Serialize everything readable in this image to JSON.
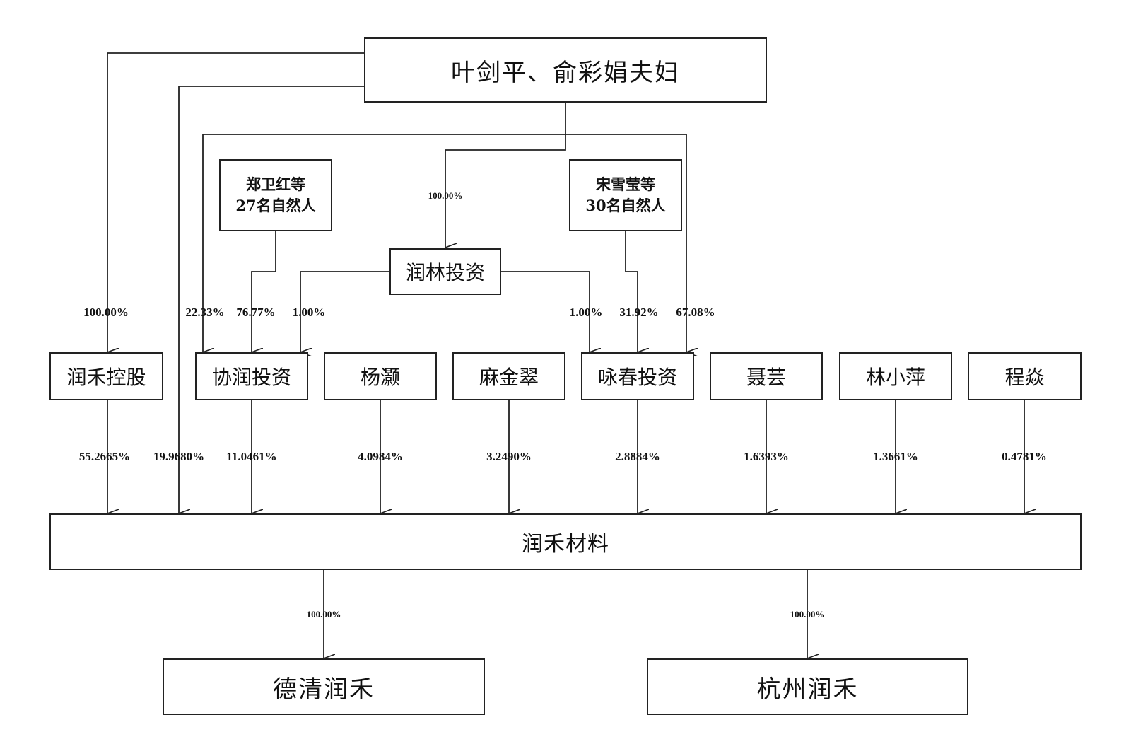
{
  "entities": {
    "founders": "叶剑平、俞彩娟夫妇",
    "zheng": [
      "郑卫红等",
      "27名自然人"
    ],
    "song": [
      "宋雪莹等",
      "30名自然人"
    ],
    "runlin": "润林投资",
    "runhe_holding": "润禾控股",
    "xierun": "协润投资",
    "yang": "杨灏",
    "ma": "麻金翠",
    "yongchun": "咏春投资",
    "nie": "聂芸",
    "lin": "林小萍",
    "cheng": "程焱",
    "runhe_material": "润禾材料",
    "deqing": "德清润禾",
    "hangzhou": "杭州润禾"
  },
  "percentages": {
    "founders_to_runlin": "100.00%",
    "founders_to_holding": "100.00%",
    "founders_to_xierun": "22.33%",
    "zheng_to_xierun": "76.77%",
    "runlin_to_xierun": "1.00%",
    "runlin_to_yongchun": "1.00%",
    "song_to_yongchun": "31.92%",
    "founders_to_yongchun": "67.08%",
    "holding_to_material": "55.2665%",
    "founders_to_material": "19.9680%",
    "xierun_to_material": "11.0461%",
    "yang_to_material": "4.0984%",
    "ma_to_material": "3.2490%",
    "yongchun_to_material": "2.8884%",
    "nie_to_material": "1.6393%",
    "lin_to_material": "1.3661%",
    "cheng_to_material": "0.4781%",
    "material_to_deqing": "100.00%",
    "material_to_hangzhou": "100.00%"
  }
}
